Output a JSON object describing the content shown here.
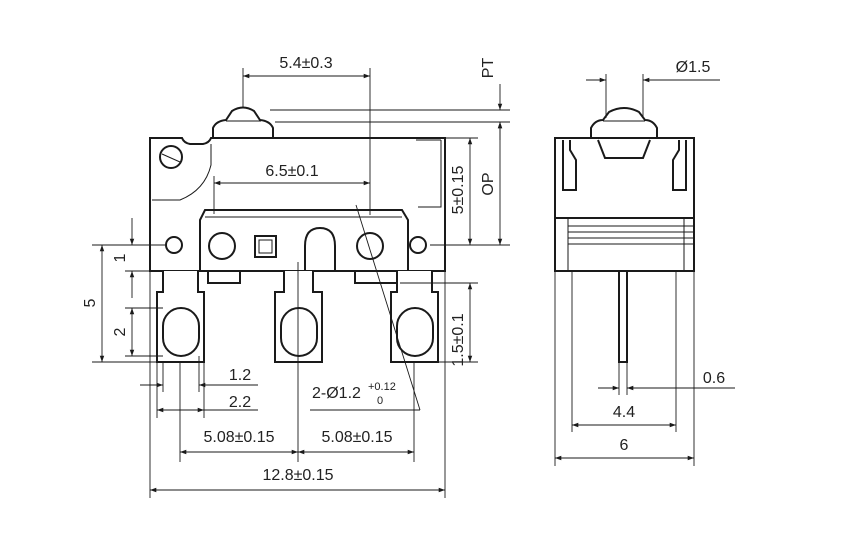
{
  "labels": {
    "dim_5_4": "5.4±0.3",
    "dim_6_5": "6.5±0.1",
    "dim_pt": "PT",
    "dim_op": "OP",
    "dim_5_015": "5±0.15",
    "dim_1_5": "1.5±0.1",
    "dim_1": "1",
    "dim_2": "2",
    "dim_5": "5",
    "dim_1_2": "1.2",
    "dim_2_2": "2.2",
    "hole_prefix": "2-Ø1.2",
    "hole_tol_upper": "+0.12",
    "hole_tol_lower": "0",
    "dim_5_08_left": "5.08±0.15",
    "dim_5_08_right": "5.08±0.15",
    "dim_12_8": "12.8±0.15",
    "dim_diam_1_5": "Ø1.5",
    "dim_0_6": "0.6",
    "dim_4_4": "4.4",
    "dim_6": "6"
  },
  "colors": {
    "line": "#1a1a1a",
    "background": "#ffffff"
  }
}
